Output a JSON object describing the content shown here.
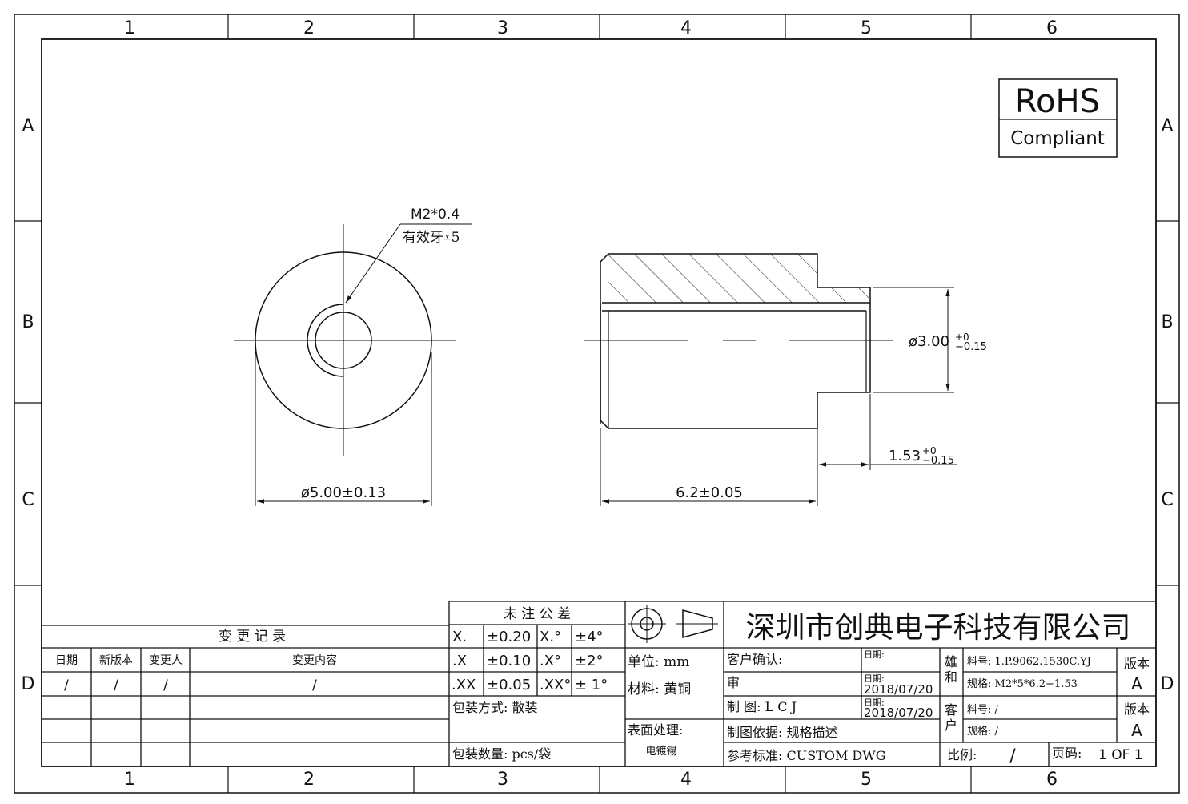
{
  "frame": {
    "columns": [
      "1",
      "2",
      "3",
      "4",
      "5",
      "6"
    ],
    "rows": [
      "A",
      "B",
      "C",
      "D"
    ]
  },
  "rohs": {
    "line1": "RoHS",
    "line2": "Compliant"
  },
  "front_view": {
    "thread_note": "M2*0.4",
    "thread_depth": "有效牙⩡5",
    "diameter": "ø5.00±0.13"
  },
  "side_view": {
    "length": "6.2±0.05",
    "small_dia": "ø3.00",
    "small_dia_tol_upper": "+0",
    "small_dia_tol_lower": "−0.15",
    "step_len": "1.53",
    "step_len_tol_upper": "+0",
    "step_len_tol_lower": "−0.15"
  },
  "change_record": {
    "title": "变 更 记 录",
    "headers": [
      "日期",
      "新版本",
      "变更人",
      "变更内容"
    ],
    "row1": [
      "/",
      "/",
      "/",
      "/"
    ]
  },
  "tolerance": {
    "title": "未 注 公 差",
    "rows": [
      [
        "X.",
        "±0.20",
        "X.°",
        "±4°"
      ],
      [
        ".X",
        "±0.10",
        ".X°",
        "±2°"
      ],
      [
        ".XX",
        "±0.05",
        ".XX°",
        "± 1°"
      ]
    ],
    "packing_method": "包装方式:  散装",
    "packing_qty": "包装数量:  pcs/袋"
  },
  "mid": {
    "unit": "单位: mm",
    "material": "材料:  黄铜",
    "surface": "表面处理:",
    "plating": "电镀锡"
  },
  "company": {
    "name": "深圳市创典电子科技有限公司"
  },
  "approval": {
    "customer_confirm": "客户确认:",
    "date_label": "日期:",
    "review": "审",
    "drawn": "制     图: L C J",
    "date1": "2018/07/20",
    "date2": "2018/07/20",
    "basis": "制图依据:  规格描述",
    "reference": "参考标准: CUSTOM DWG"
  },
  "right": {
    "xionghe_1": "雄",
    "xionghe_2": "和",
    "part_no": "料号: 1.P.9062.1530C.YJ",
    "spec": "规格: M2*5*6.2+1.53",
    "version_label": "版本",
    "version": "A",
    "customer_1": "客",
    "customer_2": "户",
    "cust_part_no": "料号:  /",
    "cust_spec": "规格:  /",
    "version_label2": "版本",
    "version2": "A",
    "scale_label": "比例:",
    "scale": "/",
    "page_label": "页码:",
    "page": "1 OF 1"
  }
}
